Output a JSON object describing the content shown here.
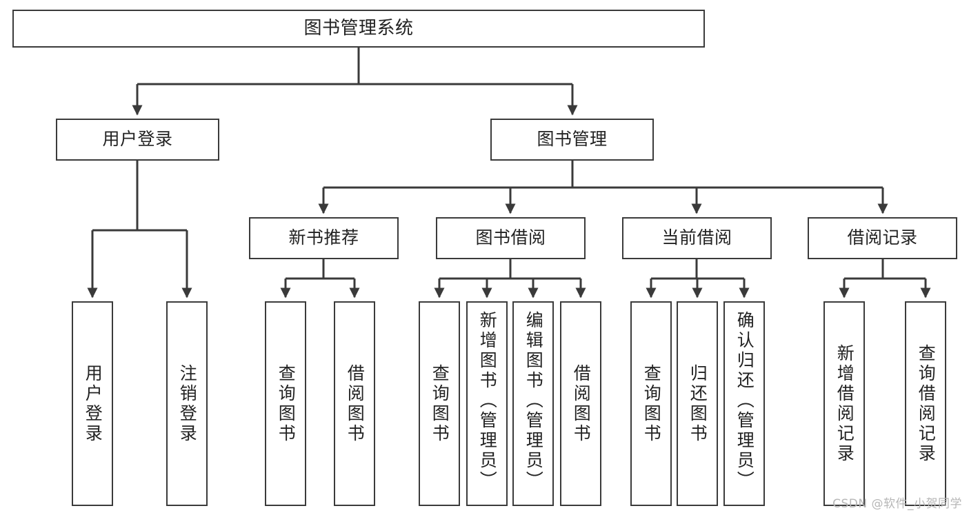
{
  "diagram": {
    "title": "图书管理系统",
    "type": "tree-structure-chart",
    "root": {
      "label": "图书管理系统"
    },
    "level2": [
      {
        "label": "用户登录"
      },
      {
        "label": "图书管理"
      }
    ],
    "level3": [
      {
        "label": "新书推荐"
      },
      {
        "label": "图书借阅"
      },
      {
        "label": "当前借阅"
      },
      {
        "label": "借阅记录"
      }
    ],
    "leaves": {
      "user_login": [
        {
          "label": "用户登录"
        },
        {
          "label": "注销登录"
        }
      ],
      "new_book_recommend": [
        {
          "label": "查询图书"
        },
        {
          "label": "借阅图书"
        }
      ],
      "book_borrow": [
        {
          "label": "查询图书"
        },
        {
          "label": "新增图书（管理员）"
        },
        {
          "label": "编辑图书（管理员）"
        },
        {
          "label": "借阅图书"
        }
      ],
      "current_borrow": [
        {
          "label": "查询图书"
        },
        {
          "label": "归还图书"
        },
        {
          "label": "确认归还（管理员）"
        }
      ],
      "borrow_record": [
        {
          "label": "新增借阅记录"
        },
        {
          "label": "查询借阅记录"
        }
      ]
    }
  },
  "watermark": {
    "text": "CSDN @软件_小贺同学"
  },
  "colors": {
    "border": "#3a3a3a",
    "text": "#222222",
    "background": "#ffffff",
    "watermark": "#b6b6b6"
  }
}
